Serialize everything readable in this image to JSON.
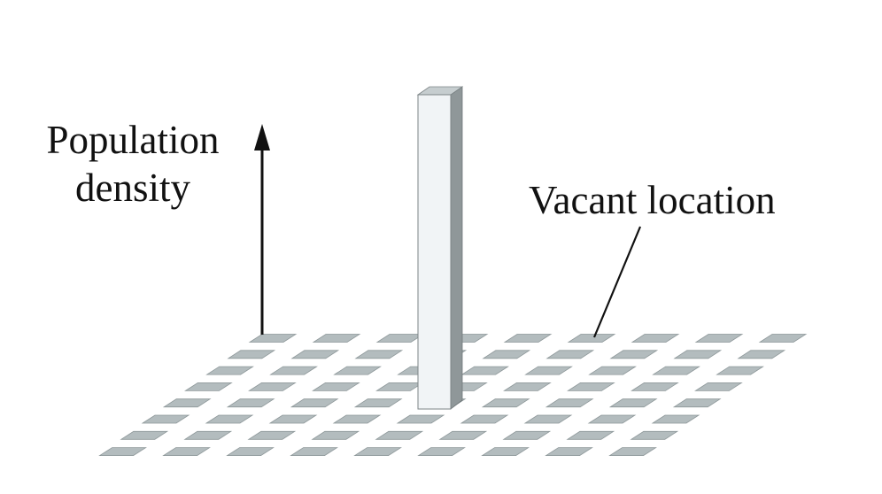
{
  "axis": {
    "line1": "Population",
    "line2": "density"
  },
  "annotation": {
    "label": "Vacant location"
  },
  "colors": {
    "tile_fill": "#b3bcbe",
    "tile_stroke": "#8d9799",
    "bar_front": "#f1f4f6",
    "bar_side": "#8f9799",
    "bar_top": "#c6cdcf",
    "ink": "#111111"
  }
}
